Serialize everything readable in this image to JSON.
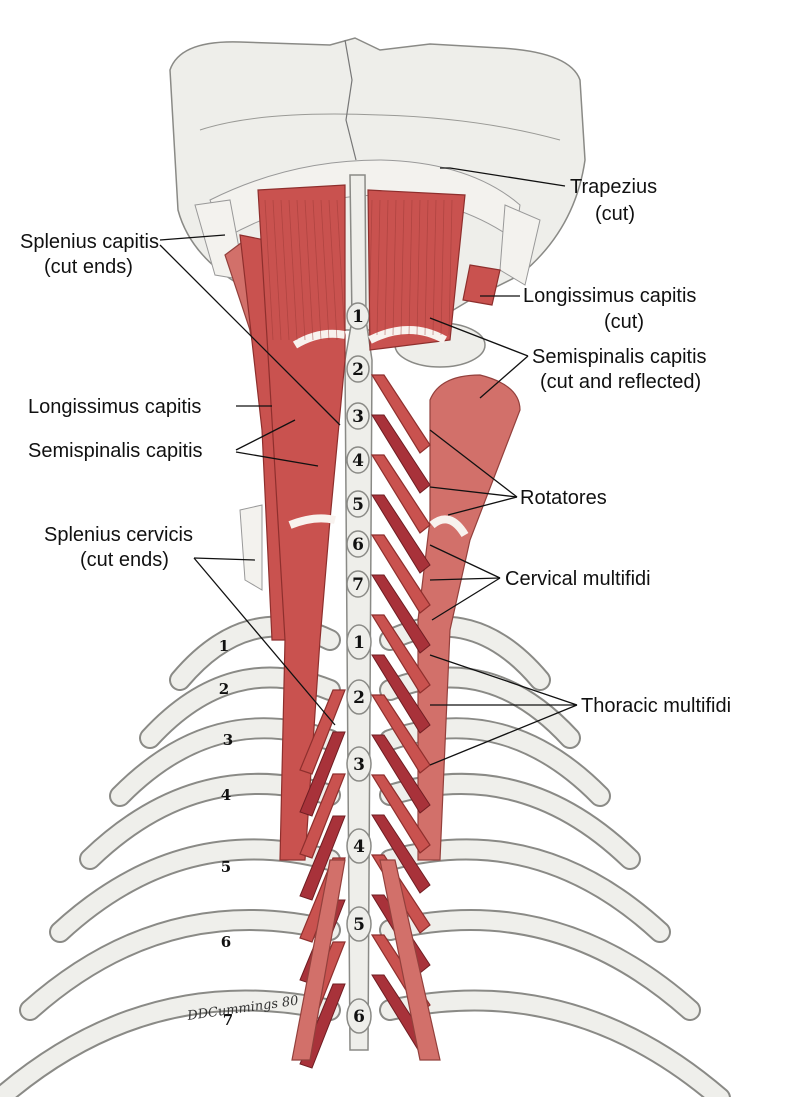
{
  "labels": {
    "trapezius": "Trapezius",
    "trapezius_note": "(cut)",
    "splenius_capitis": "Splenius capitis",
    "splenius_capitis_note": "(cut ends)",
    "longissimus_capitis_right": "Longissimus capitis",
    "longissimus_capitis_right_note": "(cut)",
    "semispinalis_capitis_right": "Semispinalis capitis",
    "semispinalis_capitis_right_note": "(cut and reflected)",
    "longissimus_capitis_left": "Longissimus capitis",
    "semispinalis_capitis_left": "Semispinalis capitis",
    "rotatores": "Rotatores",
    "splenius_cervicis": "Splenius cervicis",
    "splenius_cervicis_note": "(cut ends)",
    "cervical_multifidi": "Cervical multifidi",
    "thoracic_multifidi": "Thoracic multifidi"
  },
  "cervical_vertebrae": [
    "1",
    "2",
    "3",
    "4",
    "5",
    "6",
    "7"
  ],
  "thoracic_vertebrae": [
    "1",
    "2",
    "3",
    "4",
    "5",
    "6"
  ],
  "ribs": [
    "1",
    "2",
    "3",
    "4",
    "5",
    "6",
    "7"
  ],
  "signature": "DDCummings 80",
  "colors": {
    "muscle": "#c9524f",
    "muscle_deep": "#a8323a",
    "bone": "#eeeeea",
    "ink": "#111111"
  }
}
